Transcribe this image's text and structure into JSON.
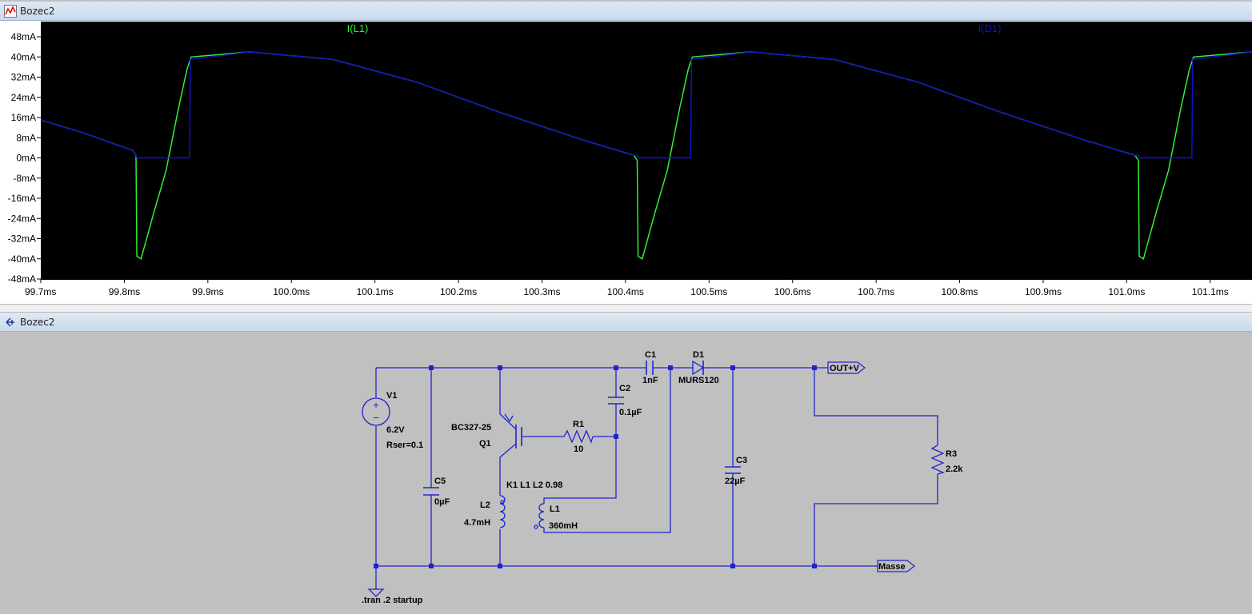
{
  "plot_window": {
    "title": "Bozec2",
    "icon": "waveform-icon"
  },
  "schematic_window": {
    "title": "Bozec2",
    "icon": "schematic-icon"
  },
  "colors": {
    "trace_l1": "#33ee33",
    "trace_d1": "#1111cc",
    "plot_bg": "#000000",
    "wire": "#2222cc"
  },
  "chart_data": {
    "type": "line",
    "xlabel": "",
    "ylabel": "",
    "xlim": [
      99.7,
      101.15
    ],
    "ylim": [
      -48,
      48
    ],
    "x_ticks": [
      "99.7ms",
      "99.8ms",
      "99.9ms",
      "100.0ms",
      "100.1ms",
      "100.2ms",
      "100.3ms",
      "100.4ms",
      "100.5ms",
      "100.6ms",
      "100.7ms",
      "100.8ms",
      "100.9ms",
      "101.0ms",
      "101.1ms"
    ],
    "y_ticks": [
      "48mA",
      "40mA",
      "32mA",
      "24mA",
      "16mA",
      "8mA",
      "0mA",
      "-8mA",
      "-16mA",
      "-24mA",
      "-32mA",
      "-40mA",
      "-48mA"
    ],
    "series": [
      {
        "name": "I(L1)",
        "color": "#33ee33",
        "x": [
          99.7,
          99.75,
          99.81,
          99.814,
          99.815,
          99.82,
          99.835,
          99.85,
          99.865,
          99.875,
          99.88,
          99.95,
          100.05,
          100.15,
          100.25,
          100.35,
          100.41,
          100.414,
          100.415,
          100.42,
          100.435,
          100.45,
          100.465,
          100.475,
          100.48,
          100.55,
          100.65,
          100.75,
          100.85,
          100.95,
          101.01,
          101.014,
          101.015,
          101.02,
          101.035,
          101.05,
          101.065,
          101.075,
          101.08,
          101.15
        ],
        "y": [
          15,
          10,
          3,
          1,
          -39,
          -40,
          -22,
          -5,
          20,
          35,
          40,
          42,
          39,
          30,
          18,
          7,
          1,
          -1,
          -39,
          -40,
          -22,
          -5,
          20,
          35,
          40,
          42,
          39,
          30,
          18,
          7,
          1,
          -1,
          -39,
          -40,
          -22,
          -5,
          20,
          35,
          40,
          42
        ]
      },
      {
        "name": "I(D1)",
        "color": "#1111cc",
        "x": [
          99.7,
          99.75,
          99.81,
          99.814,
          99.815,
          99.878,
          99.879,
          99.95,
          100.05,
          100.15,
          100.25,
          100.35,
          100.41,
          100.414,
          100.415,
          100.478,
          100.479,
          100.55,
          100.65,
          100.75,
          100.85,
          100.95,
          101.01,
          101.014,
          101.015,
          101.078,
          101.079,
          101.15
        ],
        "y": [
          15,
          10,
          3,
          1,
          0,
          0,
          39,
          42,
          39,
          30,
          18,
          7,
          1,
          1,
          0,
          0,
          39,
          42,
          39,
          30,
          18,
          7,
          1,
          1,
          0,
          0,
          39,
          42
        ]
      }
    ]
  },
  "schematic": {
    "labels": {
      "v1_name": "V1",
      "v1_value": "6.2V",
      "v1_rser": "Rser=0.1",
      "q1_model": "BC327-25",
      "q1_name": "Q1",
      "r1_name": "R1",
      "r1_value": "10",
      "c1_name": "C1",
      "c1_value": "1nF",
      "c2_name": "C2",
      "c2_value": "0.1µF",
      "c5_name": "C5",
      "c5_value": "0µF",
      "d1_name": "D1",
      "d1_model": "MURS120",
      "c3_name": "C3",
      "c3_value": "22µF",
      "r3_name": "R3",
      "r3_value": "2.2k",
      "coupling": "K1 L1 L2  0.98",
      "l2_name": "L2",
      "l2_value": "4.7mH",
      "l1_name": "L1",
      "l1_value": "360mH",
      "net_out": "OUT+V",
      "net_gnd": "Masse",
      "directive": ".tran .2 startup",
      "v1_plus": "+",
      "v1_minus": "−"
    }
  }
}
